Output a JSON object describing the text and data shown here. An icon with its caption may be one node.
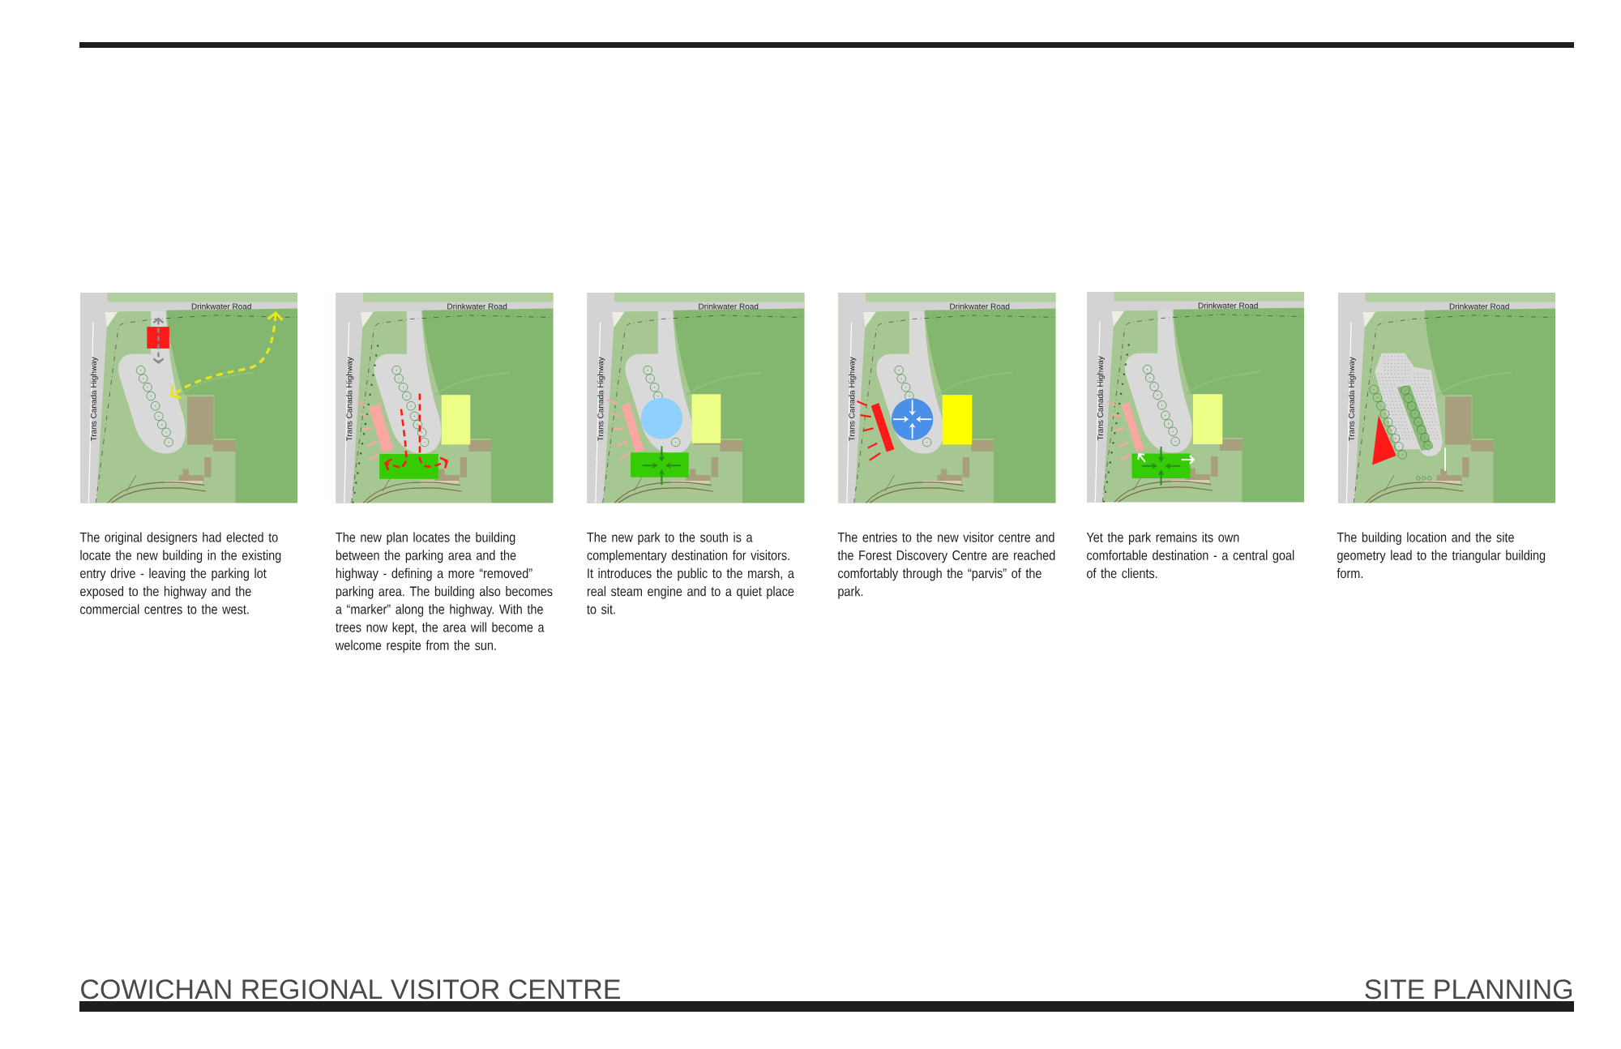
{
  "diagram": {
    "title": "COWICHAN REGIONAL VISITOR CENTRE",
    "nodes": [
      {
        "text": [
          "Drinkwater Road",
          "Trans Canada Highway"
        ],
        "beside": [
          "The original designers had elected to locate the new building in the existing entry drive - leaving the parking lot exposed to the highway and the commercial centres to the west."
        ]
      },
      {
        "text": [
          "Drinkwater Road",
          "Trans Canada Highway"
        ],
        "beside": [
          "The new plan locates the building between the parking area and the highway - defining a more “removed” parking area. The building also becomes a “marker” along the highway. With the trees now kept, the area will become a welcome respite from the sun."
        ]
      },
      {
        "text": [
          "Drinkwater Road",
          "Trans Canada Highway"
        ],
        "beside": [
          "The new park to the south is a complementary destination for visitors. It introduces the public to the marsh, a real steam engine and to a quiet place to sit."
        ]
      },
      {
        "text": [
          "Drinkwater Road",
          "Trans Canada Highway"
        ],
        "beside": [
          "The entries to the new visitor centre and the Forest Discovery Centre are reached comfortably through the “parvis” of the park."
        ]
      },
      {
        "text": [
          "Drinkwater Road",
          "Trans Canada Highway"
        ],
        "beside": [
          "Yet the park remains its own comfortable destination - a central goal of the clients."
        ]
      },
      {
        "text": [
          "Drinkwater Road",
          "Trans Canada Highway"
        ],
        "beside": [
          "The building location and the site geometry lead to the triangular building form."
        ]
      }
    ],
    "labels": [
      "SITE PLANNING"
    ]
  }
}
